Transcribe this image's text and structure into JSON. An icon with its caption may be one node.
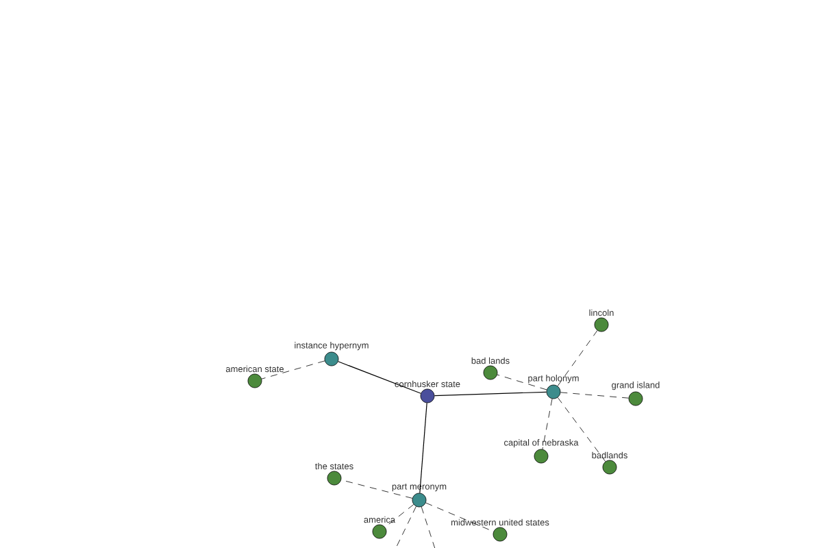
{
  "diagram": {
    "nodes": [
      {
        "text": [
          "cornhusker state"
        ]
      },
      {
        "text": [
          "instance hypernym"
        ]
      },
      {
        "text": [
          "american state"
        ]
      },
      {
        "text": [
          "part holonym"
        ]
      },
      {
        "text": [
          "bad lands"
        ]
      },
      {
        "text": [
          "lincoln"
        ]
      },
      {
        "text": [
          "grand island"
        ]
      },
      {
        "text": [
          "capital of nebraska"
        ]
      },
      {
        "text": [
          "badlands"
        ]
      },
      {
        "text": [
          "part meronym"
        ]
      },
      {
        "text": [
          "the states"
        ]
      },
      {
        "text": [
          "america"
        ]
      },
      {
        "text": [
          "midwestern united states"
        ]
      }
    ],
    "edges": [
      {
        "from": 0,
        "to": 1,
        "arrow": "none"
      },
      {
        "from": 1,
        "to": 2,
        "arrow": "none",
        "style": "dashed"
      },
      {
        "from": 0,
        "to": 3,
        "arrow": "none"
      },
      {
        "from": 3,
        "to": 4,
        "arrow": "none",
        "style": "dashed"
      },
      {
        "from": 3,
        "to": 5,
        "arrow": "none",
        "style": "dashed"
      },
      {
        "from": 3,
        "to": 6,
        "arrow": "none",
        "style": "dashed"
      },
      {
        "from": 3,
        "to": 7,
        "arrow": "none",
        "style": "dashed"
      },
      {
        "from": 3,
        "to": 8,
        "arrow": "none",
        "style": "dashed"
      },
      {
        "from": 0,
        "to": 9,
        "arrow": "none"
      },
      {
        "from": 9,
        "to": 10,
        "arrow": "none",
        "style": "dashed"
      },
      {
        "from": 9,
        "to": 11,
        "arrow": "none",
        "style": "dashed"
      },
      {
        "from": 9,
        "to": 12,
        "arrow": "none",
        "style": "dashed"
      },
      {
        "from": 9,
        "to": null,
        "arrow": "none",
        "style": "dashed"
      },
      {
        "from": 9,
        "to": null,
        "arrow": "none",
        "style": "dashed"
      }
    ]
  }
}
